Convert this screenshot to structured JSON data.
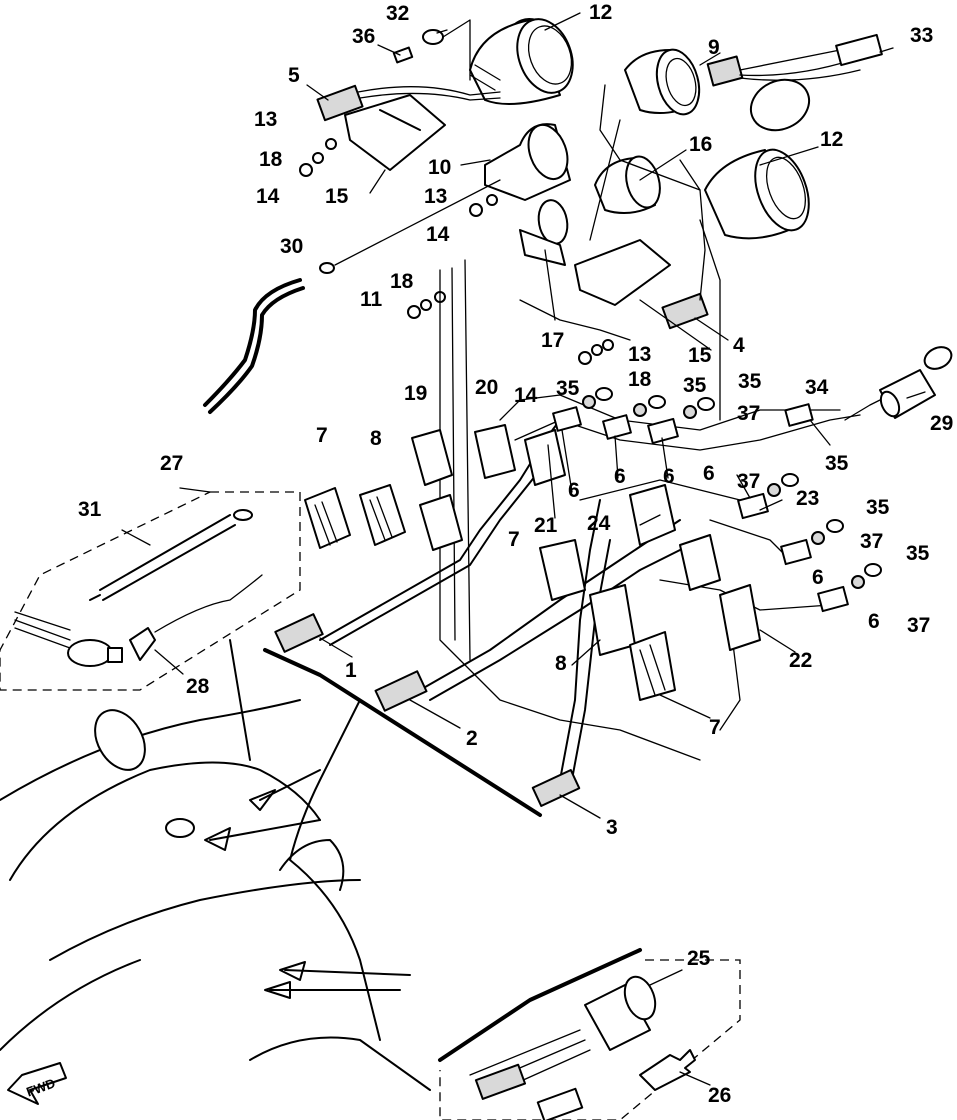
{
  "callouts": [
    "1",
    "2",
    "3",
    "4",
    "5",
    "6",
    "7",
    "8",
    "9",
    "10",
    "11",
    "12",
    "13",
    "14",
    "15",
    "16",
    "17",
    "18",
    "19",
    "20",
    "21",
    "22",
    "23",
    "24",
    "25",
    "26",
    "27",
    "28",
    "29",
    "30",
    "31",
    "32",
    "33",
    "34",
    "35",
    "36",
    "37"
  ],
  "direction_badge": "FWD",
  "colors": {
    "line": "#000000",
    "background": "#ffffff",
    "shade": "#d9d9d9"
  }
}
